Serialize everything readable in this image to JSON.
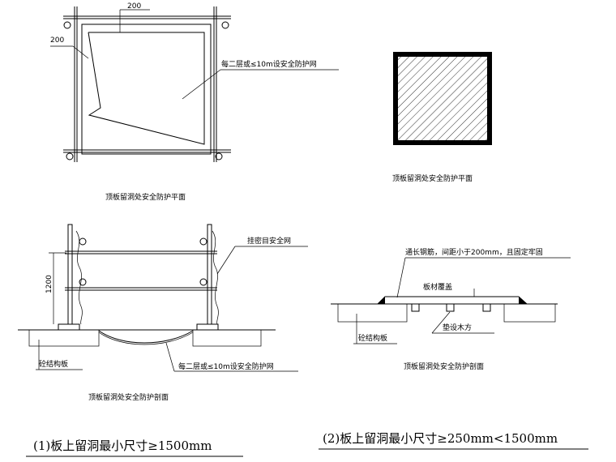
{
  "plan_top_left": {
    "dim_top": "200",
    "dim_left": "200",
    "net_label": "每二层或≤10m设安全防护网",
    "caption": "顶板留洞处安全防护平面"
  },
  "plan_top_right": {
    "caption": "顶板留洞处安全防护平面"
  },
  "section_left": {
    "height_dim": "1200",
    "net_label": "挂密目安全网",
    "slab_label": "砼结构板",
    "bottom_net_label": "每二层或≤10m设安全防护网",
    "caption": "顶板留洞处安全防护剖面"
  },
  "section_right": {
    "rebar_label": "通长钢筋，间距小于200mm，且固定牢固",
    "cover_label": "板材覆盖",
    "pad_label": "垫设木方",
    "slab_label": "砼结构板",
    "caption": "顶板留洞处安全防护剖面"
  },
  "bottom_captions": {
    "left": "(1)板上留洞最小尺寸≥1500mm",
    "right": "(2)板上留洞最小尺寸≥250mm<1500mm"
  }
}
